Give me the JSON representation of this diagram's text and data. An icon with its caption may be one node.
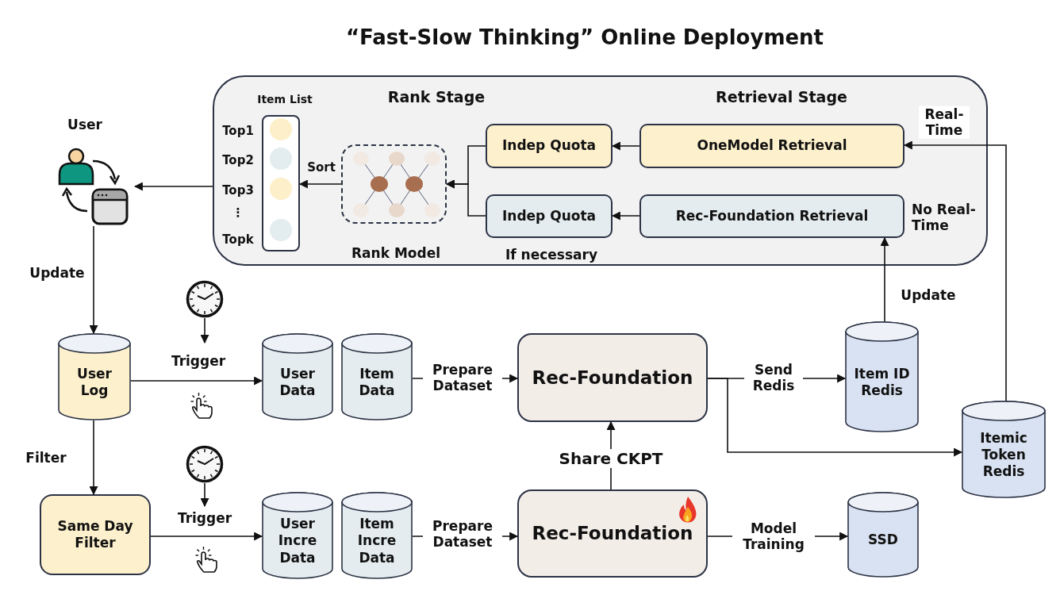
{
  "diagram": {
    "title": "“Fast-Slow Thinking” Online Deployment",
    "nodes": [
      {
        "text": [
          "Rank Stage",
          "Retrieval Stage"
        ]
      },
      {
        "text": [
          "Item List"
        ],
        "in": 0,
        "beside": [
          "Top1",
          "Top2",
          "Top3",
          "⋮",
          "Topk"
        ]
      },
      {
        "text": [
          "Rank Model"
        ],
        "in": 0
      },
      {
        "text": [
          "Indep Quota"
        ],
        "in": 0
      },
      {
        "text": [
          "Indep Quota"
        ],
        "in": 0,
        "beside": [
          "If necessary"
        ]
      },
      {
        "text": [
          "OneModel Retrieval"
        ],
        "in": 0
      },
      {
        "text": [
          "Rec-Foundation Retrieval"
        ],
        "in": 0,
        "beside": [
          "No Real- Time"
        ]
      },
      {
        "text": [
          "User"
        ]
      },
      {
        "text": [
          "User Log"
        ]
      },
      {
        "text": [
          "Same Day Filter"
        ]
      },
      {
        "text": [
          "User Data"
        ]
      },
      {
        "text": [
          "Item Data"
        ]
      },
      {
        "text": [
          "User Incre Data"
        ]
      },
      {
        "text": [
          "Item Incre Data"
        ]
      },
      {
        "text": [
          "Rec-Foundation"
        ]
      },
      {
        "text": [
          "Rec-Foundation"
        ]
      },
      {
        "text": [
          "Item ID Redis"
        ]
      },
      {
        "text": [
          "Itemic Token Redis"
        ]
      },
      {
        "text": [
          "SSD"
        ]
      },
      {
        "text": [],
        "shape": "clock"
      },
      {
        "text": [],
        "shape": "clock"
      }
    ],
    "edges": [
      {
        "from": 3,
        "to": 2,
        "arrow": "to"
      },
      {
        "from": 4,
        "to": 2,
        "arrow": "to"
      },
      {
        "from": 2,
        "to": 1,
        "arrow": "to",
        "label": "Sort"
      },
      {
        "from": 0,
        "to": 7,
        "arrow": "to"
      },
      {
        "from": 5,
        "to": 3,
        "arrow": "to"
      },
      {
        "from": 6,
        "to": 4,
        "arrow": "to"
      },
      {
        "from": 17,
        "to": 5,
        "arrow": "to",
        "label": "Real- Time"
      },
      {
        "from": 16,
        "to": 6,
        "arrow": "to",
        "label": "Update"
      },
      {
        "from": 7,
        "to": 8,
        "arrow": "to",
        "label": "Update"
      },
      {
        "from": 8,
        "to": 10,
        "arrow": "to",
        "label": "Trigger"
      },
      {
        "from": 8,
        "to": 9,
        "arrow": "to",
        "label": "Filter"
      },
      {
        "from": 9,
        "to": 12,
        "arrow": "to",
        "label": "Trigger"
      },
      {
        "from": 11,
        "to": 14,
        "arrow": "to",
        "label": "Prepare Dataset"
      },
      {
        "from": 13,
        "to": 15,
        "arrow": "to",
        "label": "Prepare Dataset"
      },
      {
        "from": 15,
        "to": 14,
        "arrow": "to",
        "label": "Share CKPT"
      },
      {
        "from": 14,
        "to": 16,
        "arrow": "to",
        "label": "Send Redis"
      },
      {
        "from": 14,
        "to": 17,
        "arrow": "to"
      },
      {
        "from": 15,
        "to": 18,
        "arrow": "to",
        "label": "Model Training"
      },
      {
        "from": 19,
        "to": null,
        "arrow": "to"
      },
      {
        "from": 20,
        "to": null,
        "arrow": "to"
      }
    ]
  }
}
